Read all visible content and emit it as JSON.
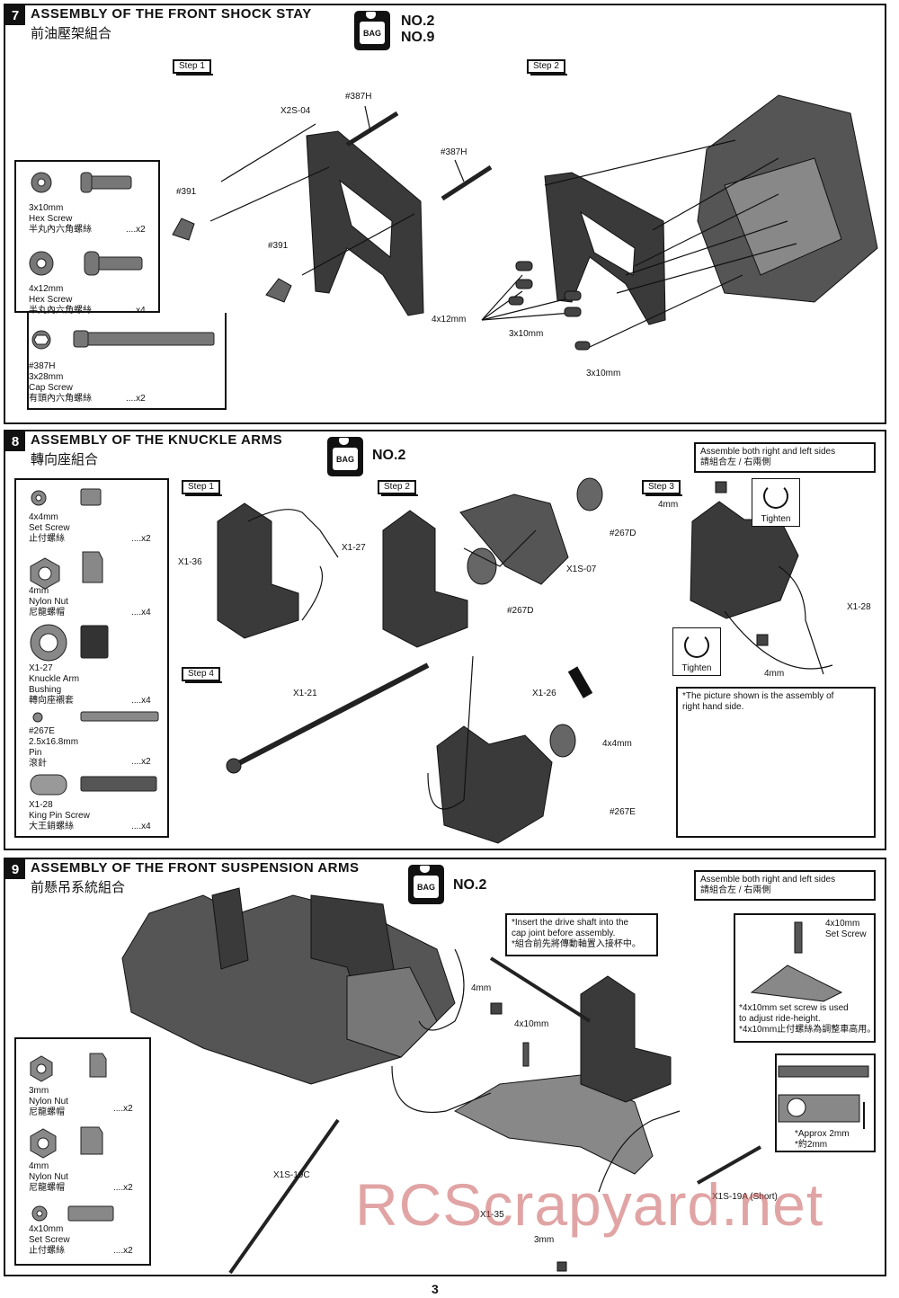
{
  "sections": [
    {
      "number": "7",
      "title": "ASSEMBLY OF THE FRONT SHOCK STAY",
      "subtitle": "前油壓架組合",
      "bag_label": "BAG",
      "bag_numbers": [
        "NO.2",
        "NO.9"
      ],
      "steps": [
        "Step 1",
        "Step 2"
      ],
      "parts": [
        {
          "lines": [
            "3x10mm",
            "Hex Screw",
            "半丸內六角螺絲"
          ],
          "qty": "....x2"
        },
        {
          "lines": [
            "4x12mm",
            "Hex Screw",
            "半丸內六角螺絲"
          ],
          "qty": "....x4"
        },
        {
          "lines": [
            "#387H",
            "3x28mm",
            "Cap Screw",
            "有頭內六角螺絲"
          ],
          "qty": "....x2"
        }
      ],
      "labels": [
        "#387H",
        "X2S-04",
        "#387H",
        "#391",
        "#391",
        "4x12mm",
        "3x10mm",
        "3x10mm"
      ]
    },
    {
      "number": "8",
      "title": "ASSEMBLY OF THE KNUCKLE  ARMS",
      "subtitle": "轉向座組合",
      "bag_label": "BAG",
      "bag_numbers": [
        "NO.2"
      ],
      "steps": [
        "Step 1",
        "Step 2",
        "Step 3",
        "Step 4"
      ],
      "note": [
        "Assemble both right and left sides",
        "請組合左 / 右兩側"
      ],
      "picture_note": [
        "*The picture shown is the assembly of",
        "right hand side."
      ],
      "tighten": "Tighten",
      "parts": [
        {
          "lines": [
            "4x4mm",
            "Set Screw",
            "止付螺絲"
          ],
          "qty": "....x2"
        },
        {
          "lines": [
            "4mm",
            "Nylon Nut",
            "尼龍螺帽"
          ],
          "qty": "....x4"
        },
        {
          "lines": [
            "X1-27",
            "Knuckle Arm",
            "Bushing",
            "轉向座襯套"
          ],
          "qty": "....x4"
        },
        {
          "lines": [
            "#267E",
            "2.5x16.8mm",
            "Pin",
            "滾針"
          ],
          "qty": "....x2"
        },
        {
          "lines": [
            "X1-28",
            "King Pin Screw",
            "大王銷螺絲"
          ],
          "qty": "....x4"
        }
      ],
      "labels": [
        "X1-36",
        "X1-27",
        "#267D",
        "X1S-07",
        "#267D",
        "4mm",
        "X1-28",
        "4mm",
        "X1-21",
        "X1-26",
        "4x4mm",
        "#267E"
      ]
    },
    {
      "number": "9",
      "title": "ASSEMBLY OF THE FRONT SUSPENSION ARMS",
      "subtitle": "前懸吊系統組合",
      "bag_label": "BAG",
      "bag_numbers": [
        "NO.2"
      ],
      "note": [
        "Assemble both right and left sides",
        "請組合左 / 右兩側"
      ],
      "insert_note": [
        "*Insert the drive shaft into the",
        "cap joint before assembly.",
        "*組合前先將傳動軸置入接杯中。"
      ],
      "ride_note": [
        "*4x10mm set screw is used",
        "to adjust ride-height.",
        "*4x10mm止付螺絲為調整車高用。"
      ],
      "setscrew_label": [
        "4x10mm",
        "Set Screw"
      ],
      "approx": [
        "*Approx 2mm",
        "*約2mm"
      ],
      "parts": [
        {
          "lines": [
            "3mm",
            "Nylon Nut",
            "尼龍螺帽"
          ],
          "qty": "....x2"
        },
        {
          "lines": [
            "4mm",
            "Nylon Nut",
            "尼龍螺帽"
          ],
          "qty": "....x2"
        },
        {
          "lines": [
            "4x10mm",
            "Set Screw",
            "止付螺絲"
          ],
          "qty": "....x2"
        }
      ],
      "labels": [
        "4mm",
        "4x10mm",
        "X1S-19C",
        "X1-35",
        "3mm",
        "X1S-19A (Short)"
      ]
    }
  ],
  "page_number": "3",
  "watermark": "RCScrapyard.net"
}
